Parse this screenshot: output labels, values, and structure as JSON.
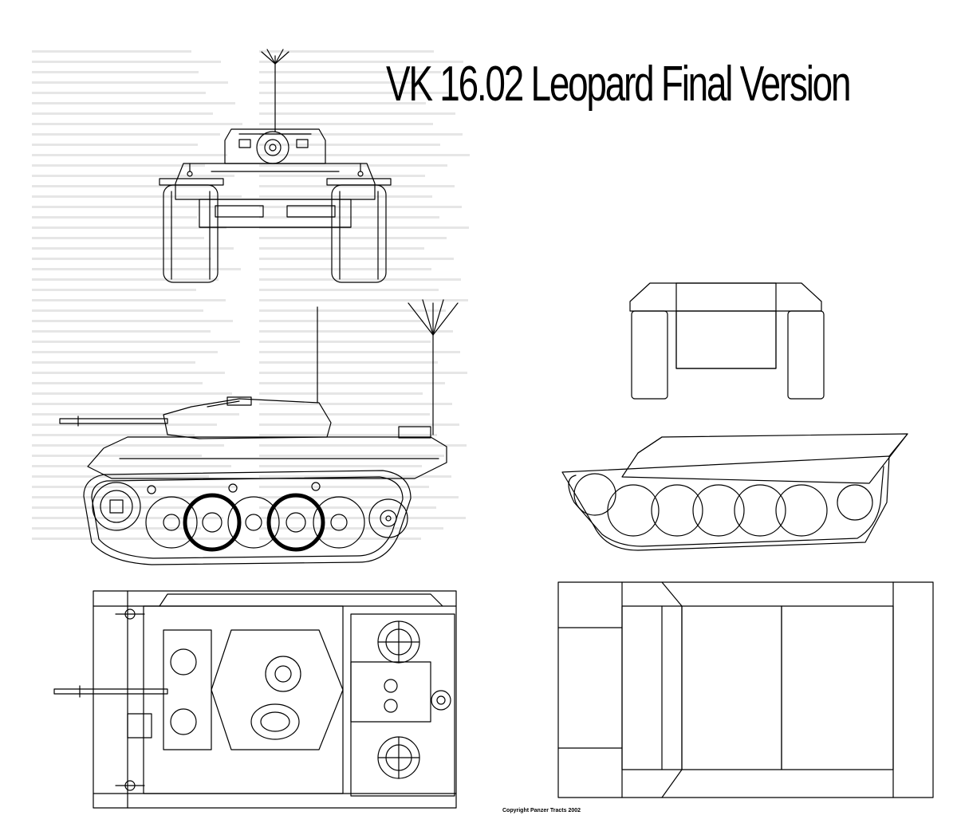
{
  "diagram": {
    "title": "VK 16.02 Leopard  Final Version",
    "copyright": "Copyright Panzer Tracts 2002",
    "views": [
      {
        "id": "front-view-original"
      },
      {
        "id": "side-view-original"
      },
      {
        "id": "top-view-original"
      },
      {
        "id": "front-view-outline"
      },
      {
        "id": "side-view-outline"
      },
      {
        "id": "top-view-outline"
      }
    ]
  },
  "colors": {
    "ink": "#000000",
    "faint_text": "#d6d6d6",
    "paper": "#ffffff"
  }
}
